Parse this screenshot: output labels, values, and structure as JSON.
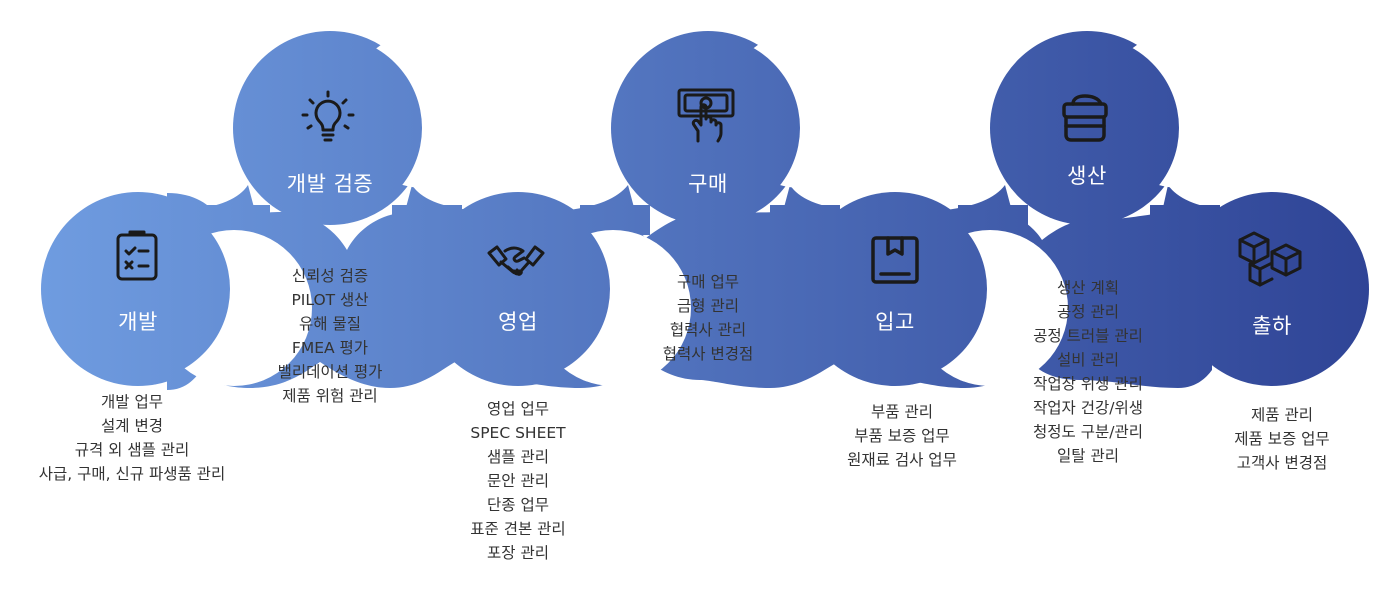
{
  "colors": {
    "start": "#6f9ce0",
    "end": "#2f4496",
    "title": "#ffffff",
    "text": "#333333"
  },
  "stages": [
    {
      "title": "개발",
      "icon": "checklist-icon",
      "tasks": [
        "개발 업무",
        "설계 변경",
        "규격 외 샘플 관리",
        "사급, 구매, 신규 파생품 관리"
      ]
    },
    {
      "title": "개발 검증",
      "icon": "lightbulb-icon",
      "tasks": [
        "신뢰성 검증",
        "PILOT 생산",
        "유해 물질",
        "FMEA 평가",
        "밸리데이션 평가",
        "제품 위험 관리"
      ]
    },
    {
      "title": "영업",
      "icon": "handshake-icon",
      "tasks": [
        "영업 업무",
        "SPEC SHEET",
        "샘플 관리",
        "문안 관리",
        "단종 업무",
        "표준 견본 관리",
        "포장 관리"
      ]
    },
    {
      "title": "구매",
      "icon": "payment-hand-icon",
      "tasks": [
        "구매 업무",
        "금형 관리",
        "협력사 관리",
        "협력사 변경점"
      ]
    },
    {
      "title": "입고",
      "icon": "package-box-icon",
      "tasks": [
        "부품 관리",
        "부품 보증 업무",
        "원재료 검사 업무"
      ]
    },
    {
      "title": "생산",
      "icon": "cream-jar-icon",
      "tasks": [
        "생산 계획",
        "공정 관리",
        "공정 트러블 관리",
        "설비 관리",
        "작업장 위생 관리",
        "작업자 건강/위생",
        "청정도 구분/관리",
        "일탈 관리"
      ]
    },
    {
      "title": "출하",
      "icon": "boxes-icon",
      "tasks": [
        "제품 관리",
        "제품 보증 업무",
        "고객사 변경점"
      ]
    }
  ]
}
